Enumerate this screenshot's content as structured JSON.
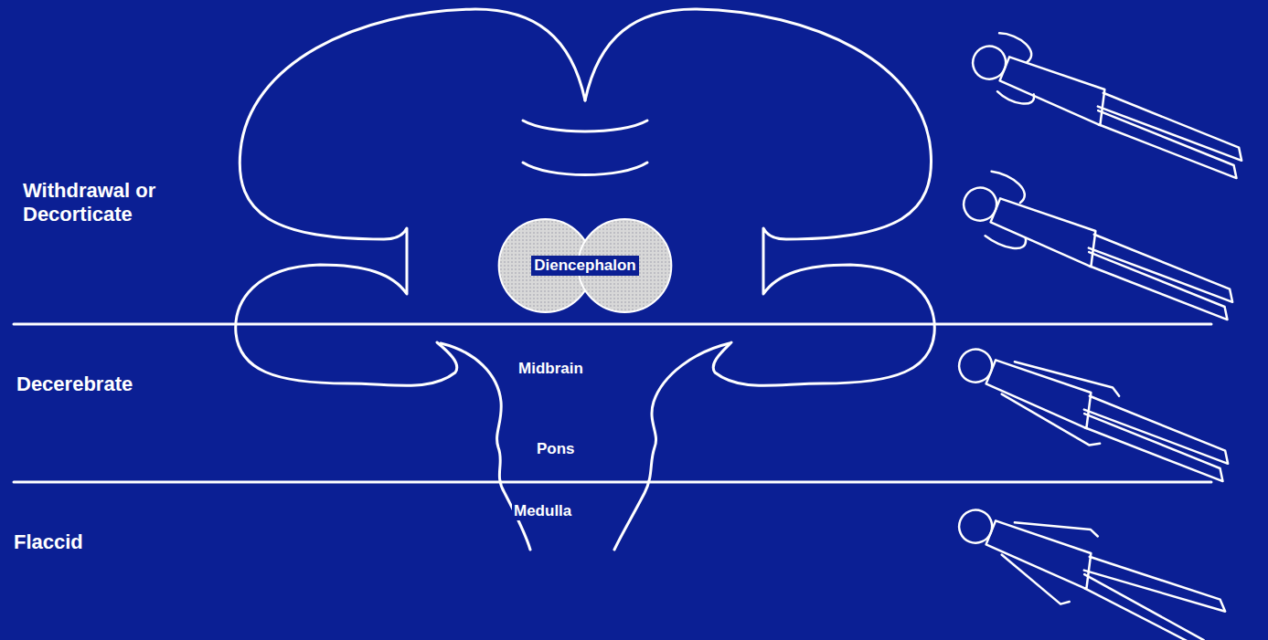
{
  "diagram": {
    "nodes": [
      {
        "text": [
          "Diencephalon"
        ]
      }
    ],
    "labels": [
      "Withdrawal or Decorticate",
      "Decerebrate",
      "Flaccid",
      "Midbrain",
      "Pons",
      "Medulla"
    ]
  }
}
